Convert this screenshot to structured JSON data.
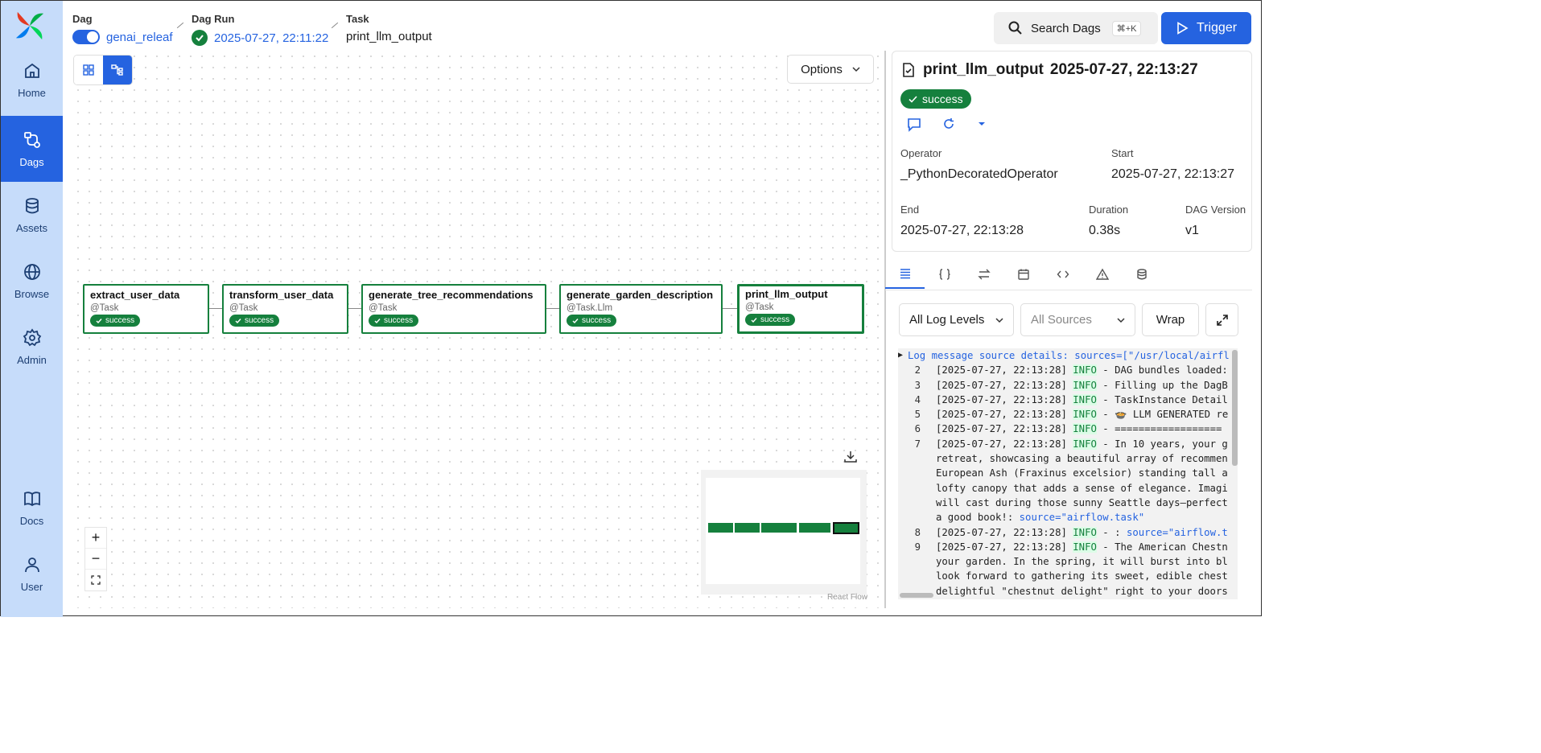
{
  "sidebar": {
    "items": [
      {
        "label": "Home",
        "icon": "home-icon"
      },
      {
        "label": "Dags",
        "icon": "dags-icon",
        "active": true
      },
      {
        "label": "Assets",
        "icon": "database-icon"
      },
      {
        "label": "Browse",
        "icon": "globe-icon"
      },
      {
        "label": "Admin",
        "icon": "gear-icon"
      },
      {
        "label": "Docs",
        "icon": "book-icon"
      },
      {
        "label": "User",
        "icon": "user-icon"
      }
    ]
  },
  "breadcrumb": {
    "dag_label": "Dag",
    "dag_value": "genai_releaf",
    "run_label": "Dag Run",
    "run_value": "2025-07-27, 22:11:22",
    "task_label": "Task",
    "task_value": "print_llm_output"
  },
  "header": {
    "search_label": "Search Dags",
    "search_shortcut": "⌘+K",
    "trigger_label": "Trigger"
  },
  "graph": {
    "options_label": "Options",
    "attribution": "React Flow",
    "nodes": [
      {
        "name": "extract_user_data",
        "type": "@Task",
        "status": "success"
      },
      {
        "name": "transform_user_data",
        "type": "@Task",
        "status": "success"
      },
      {
        "name": "generate_tree_recommendations",
        "type": "@Task",
        "status": "success"
      },
      {
        "name": "generate_garden_description",
        "type": "@Task.Llm",
        "status": "success"
      },
      {
        "name": "print_llm_output",
        "type": "@Task",
        "status": "success",
        "selected": true
      }
    ]
  },
  "task_panel": {
    "title": "print_llm_output",
    "timestamp": "2025-07-27, 22:13:27",
    "status": "success",
    "operator_label": "Operator",
    "operator_value": "_PythonDecoratedOperator",
    "start_label": "Start",
    "start_value": "2025-07-27, 22:13:27",
    "end_label": "End",
    "end_value": "2025-07-27, 22:13:28",
    "duration_label": "Duration",
    "duration_value": "0.38s",
    "version_label": "DAG Version",
    "version_value": "v1"
  },
  "tabs": [
    "logs-tab",
    "json-tab",
    "xcom-tab",
    "calendar-tab",
    "code-tab",
    "warning-tab",
    "database-tab"
  ],
  "log_controls": {
    "levels": "All Log Levels",
    "sources": "All Sources",
    "wrap": "Wrap"
  },
  "log": {
    "summary": "Log message source details: sources=[\"/usr/local/airfl",
    "lines": [
      {
        "n": "2",
        "ts": "[2025-07-27, 22:13:28] ",
        "level": "INFO",
        "msg": " - DAG bundles loaded:"
      },
      {
        "n": "3",
        "ts": "[2025-07-27, 22:13:28] ",
        "level": "INFO",
        "msg": " - Filling up the DagB"
      },
      {
        "n": "4",
        "ts": "[2025-07-27, 22:13:28] ",
        "level": "INFO",
        "msg": " - TaskInstance Detail"
      },
      {
        "n": "5",
        "ts": "[2025-07-27, 22:13:28] ",
        "level": "INFO",
        "msg": " - 🍲 LLM GENERATED re"
      },
      {
        "n": "6",
        "ts": "[2025-07-27, 22:13:28] ",
        "level": "INFO",
        "msg": " - =================="
      },
      {
        "n": "7",
        "ts": "[2025-07-27, 22:13:28] ",
        "level": "INFO",
        "msg": " - In 10 years, your g"
      },
      {
        "n": "",
        "ts": "retreat, showcasing a beautiful array of recommen",
        "level": "",
        "msg": ""
      },
      {
        "n": "",
        "ts": "European Ash (Fraxinus excelsior) standing tall a",
        "level": "",
        "msg": ""
      },
      {
        "n": "",
        "ts": "lofty canopy that adds a sense of elegance. Imagi",
        "level": "",
        "msg": ""
      },
      {
        "n": "",
        "ts": "will cast during those sunny Seattle days—perfect",
        "level": "",
        "msg": ""
      },
      {
        "n": "",
        "ts": "a good book!: ",
        "level": "",
        "msg": "",
        "src": "source=\"airflow.task\""
      },
      {
        "n": "8",
        "ts": "[2025-07-27, 22:13:28] ",
        "level": "INFO",
        "msg": " - : ",
        "src": "source=\"airflow.t"
      },
      {
        "n": "9",
        "ts": "[2025-07-27, 22:13:28] ",
        "level": "INFO",
        "msg": " - The American Chestn"
      },
      {
        "n": "",
        "ts": "your garden. In the spring, it will burst into bl",
        "level": "",
        "msg": ""
      },
      {
        "n": "",
        "ts": "look forward to gathering its sweet, edible chest",
        "level": "",
        "msg": ""
      },
      {
        "n": "",
        "ts": "delightful \"chestnut delight\" right to your doors",
        "level": "",
        "msg": ""
      }
    ]
  },
  "colors": {
    "accent": "#2563e0",
    "success": "#15803d",
    "sidebar": "#c6dcfa"
  }
}
